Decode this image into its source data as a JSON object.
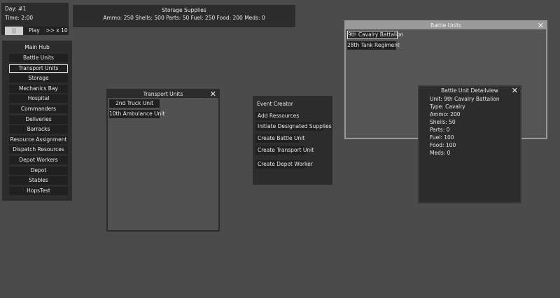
{
  "time": {
    "day": "Day: #1",
    "time": "Time: 2:00",
    "pause_label": "||",
    "play_label": "Play",
    "speed_label": ">> x 10"
  },
  "supplies": {
    "title": "Storage Supplies",
    "text": "Ammo: 250 Shells: 500 Parts: 50 Fuel: 250 Food: 200 Meds: 0"
  },
  "hub": {
    "title": "Main Hub",
    "items": [
      "Battle Units",
      "Transport Units",
      "Storage",
      "Mechanics Bay",
      "Hospital",
      "Commanders",
      "Deliveries",
      "Barracks",
      "Resource Assignment",
      "Dispatch Resources",
      "Depot Workers",
      "Depot",
      "Stables",
      "HopsTest"
    ],
    "selected": "Transport Units"
  },
  "transport": {
    "title": "Transport Units",
    "close": "✕",
    "units": [
      "2nd Truck Unit",
      "10th Ambulance Unit"
    ]
  },
  "event_creator": {
    "title": "Event Creator",
    "buttons": [
      "Add Ressources",
      "Initiate Designated Supplies",
      "Create Battle Unit",
      "Create Transport Unit",
      "Create Depot Worker"
    ]
  },
  "battle": {
    "title": "Battle Units",
    "close": "✕",
    "units": [
      "9th Cavalry Battalion",
      "28th Tank Regiment"
    ],
    "selected": "9th Cavalry Battalion"
  },
  "detail": {
    "title": "Battle Unit Detailview",
    "close": "✕",
    "lines": [
      "Unit: 9th Cavalry Battalion",
      "Type: Cavalry",
      "Ammo: 200",
      "Shells: 50",
      "Parts: 0",
      "Fuel: 100",
      "Food: 100",
      "Meds: 0"
    ]
  }
}
